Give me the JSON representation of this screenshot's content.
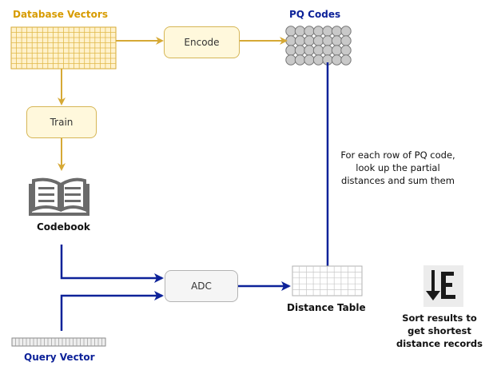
{
  "labels": {
    "database_vectors": "Database Vectors",
    "pq_codes": "PQ Codes",
    "codebook": "Codebook",
    "query_vector": "Query Vector",
    "distance_table": "Distance Table"
  },
  "boxes": {
    "encode": "Encode",
    "train": "Train",
    "adc": "ADC"
  },
  "notes": {
    "lookup_line1": "For each row of PQ code,",
    "lookup_line2": "look up the partial",
    "lookup_line3": "distances and sum them",
    "sort_line1": "Sort results to",
    "sort_line2": "get shortest",
    "sort_line3": "distance records"
  },
  "colors": {
    "gold": "#d6a935",
    "gold_text": "#d79b00",
    "navy": "#0d2299",
    "grey_icon": "#6b6b6b"
  },
  "icons": {
    "codebook": "book-icon",
    "pq_codes": "circle-grid-icon",
    "sort": "sort-descending-icon"
  }
}
